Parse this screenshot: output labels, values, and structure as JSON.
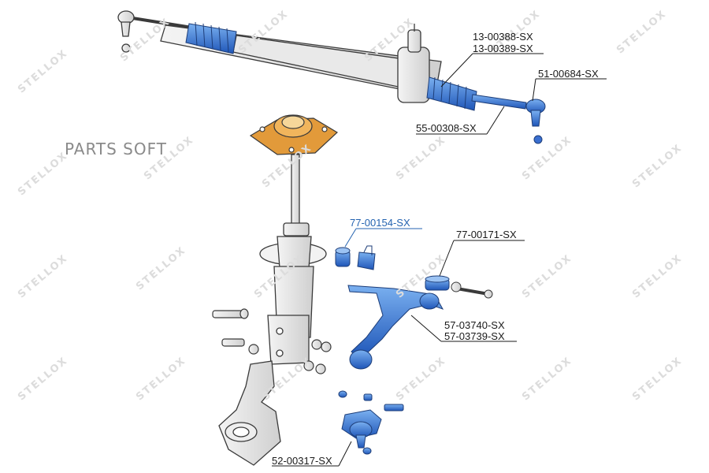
{
  "brand": {
    "text": "PARTS SOFT"
  },
  "watermark": {
    "text": "STELLOX"
  },
  "colors": {
    "part_blue": "#2f6fd0",
    "mount_orange": "#e29a3a",
    "outline": "#3a3a3a",
    "callout": "#1a1a1a",
    "link_blue": "#2463b0",
    "watermark_gray": "#dcdcdc"
  },
  "labels": {
    "rack_boot_1": "13-00388-SX",
    "rack_boot_2": "13-00389-SX",
    "tie_rod_end": "51-00684-SX",
    "inner_tie_rod": "55-00308-SX",
    "stabilizer_bushing": "77-00154-SX",
    "arm_bushing": "77-00171-SX",
    "control_arm_1": "57-03740-SX",
    "control_arm_2": "57-03739-SX",
    "ball_joint": "52-00317-SX"
  }
}
